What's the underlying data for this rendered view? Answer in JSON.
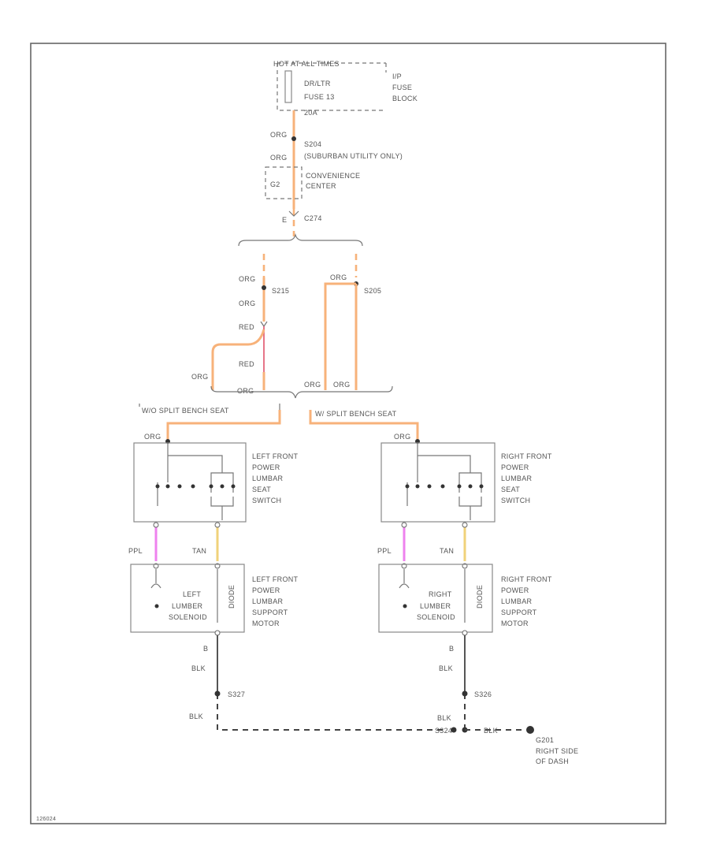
{
  "fuse_block": {
    "header": "HOT AT ALL TIMES",
    "fuse_name": "DR/LTR",
    "fuse_number": "FUSE 13",
    "fuse_rating": "20A",
    "block_label_1": "I/P",
    "block_label_2": "FUSE",
    "block_label_3": "BLOCK"
  },
  "convenience_center": {
    "wire_top": "ORG",
    "wire_bottom": "ORG",
    "splice": "S204",
    "note": "(SUBURBAN UTILITY ONLY)",
    "label_1": "CONVENIENCE",
    "label_2": "CENTER",
    "cell": "G2",
    "pin": "E",
    "connector": "C274"
  },
  "branches": {
    "left_top_wire": "ORG",
    "left_splice": "S215",
    "left_wire_2": "ORG",
    "red_1": "RED",
    "red_2": "RED",
    "left_out_wire": "ORG",
    "left_bottom_wire": "ORG",
    "right_top_wire": "ORG",
    "right_splice": "S205",
    "right_bottom_wire_1": "ORG",
    "right_bottom_wire_2": "ORG",
    "left_option": "W/O SPLIT BENCH SEAT",
    "right_option": "W/ SPLIT BENCH SEAT"
  },
  "left_side": {
    "switch_wire": "ORG",
    "switch_label": [
      "LEFT FRONT",
      "POWER",
      "LUMBAR",
      "SEAT",
      "SWITCH"
    ],
    "wire_ppl": "PPL",
    "wire_tan": "TAN",
    "motor_inner_1": "LEFT",
    "motor_inner_2": "LUMBER",
    "motor_inner_3": "SOLENOID",
    "motor_code": "DIODE",
    "motor_label": [
      "LEFT FRONT",
      "POWER",
      "LUMBAR",
      "SUPPORT",
      "MOTOR"
    ],
    "pin_b": "B",
    "wire_blk_1": "BLK",
    "splice": "S327",
    "wire_blk_2": "BLK"
  },
  "right_side": {
    "switch_wire": "ORG",
    "switch_label": [
      "RIGHT FRONT",
      "POWER",
      "LUMBAR",
      "SEAT",
      "SWITCH"
    ],
    "wire_ppl": "PPL",
    "wire_tan": "TAN",
    "motor_inner_1": "RIGHT",
    "motor_inner_2": "LUMBER",
    "motor_inner_3": "SOLENOID",
    "motor_code": "DIODE",
    "motor_label": [
      "RIGHT FRONT",
      "POWER",
      "LUMBAR",
      "SUPPORT",
      "MOTOR"
    ],
    "pin_b": "B",
    "wire_blk_1": "BLK",
    "splice": "S326",
    "wire_blk_2": "BLK",
    "splice_2": "S324"
  },
  "ground": {
    "wire": "BLK",
    "id": "G201",
    "location_1": "RIGHT SIDE",
    "location_2": "OF DASH"
  },
  "footer_code": "126024",
  "colors": {
    "org": "#f7b27a",
    "red": "#e0526b",
    "ppl": "#ee82ee",
    "tan": "#f0d27a",
    "blk": "#555555"
  }
}
